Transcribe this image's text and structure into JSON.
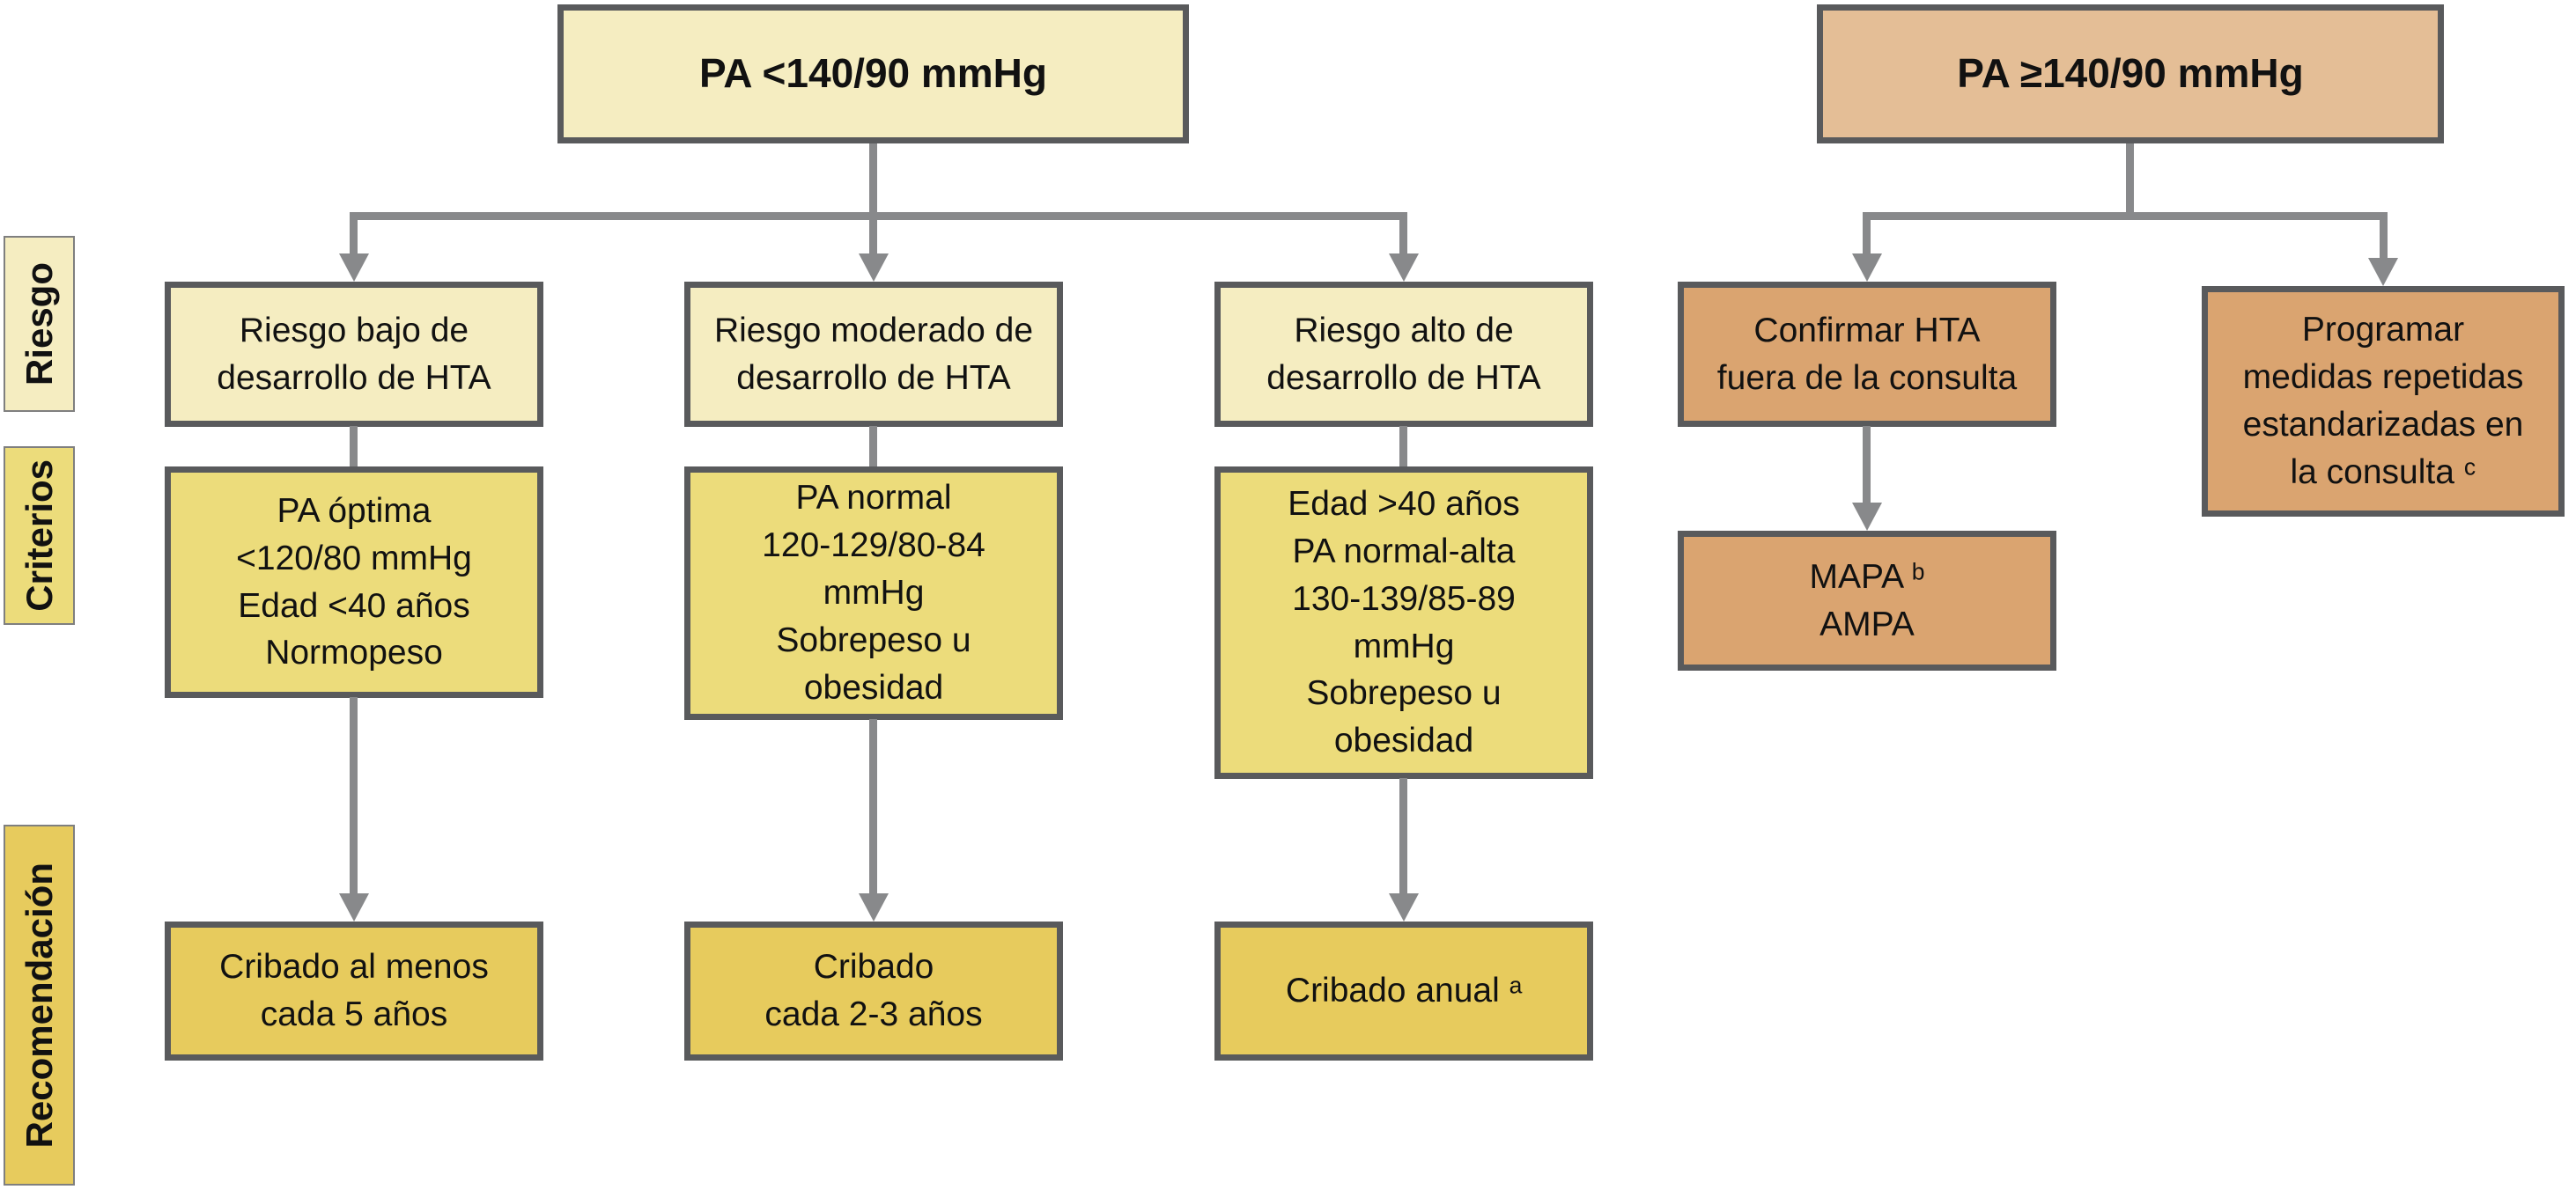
{
  "palette": {
    "cream": "#F5EDC1",
    "yellow": "#ECDC7B",
    "gold": "#E7CB5D",
    "tan": "#E4BE96",
    "orange": "#DAA470",
    "box-border": "#595A5C",
    "label-border": "#7F7F7F",
    "line": "#88898B",
    "text": "#111111",
    "background": "#FFFFFF"
  },
  "headers": {
    "bp_below": "PA <140/90 mmHg",
    "bp_above": "PA ≥140/90 mmHg"
  },
  "row_labels": {
    "risk": "Riesgo",
    "criteria": "Criterios",
    "recommendation": "Recomendación"
  },
  "low_bp_branch": {
    "columns": [
      {
        "risk": "Riesgo bajo de\ndesarrollo de HTA",
        "criteria": "PA óptima\n<120/80 mmHg\nEdad <40 años\nNormopeso",
        "recommendation": "Cribado al menos\ncada 5 años"
      },
      {
        "risk": "Riesgo moderado de\ndesarrollo de HTA",
        "criteria": "PA normal\n120-129/80-84\nmmHg\nSobrepeso u\nobesidad",
        "recommendation": "Cribado\ncada 2-3 años"
      },
      {
        "risk": "Riesgo alto de\ndesarrollo de HTA",
        "criteria": "Edad >40 años\nPA normal-alta\n130-139/85-89\nmmHg\nSobrepeso u\nobesidad",
        "recommendation": "Cribado anual ᵃ"
      }
    ]
  },
  "high_bp_branch": {
    "confirm": "Confirmar HTA\nfuera de la consulta",
    "out_of_office_methods": "MAPA ᵇ\nAMPA",
    "in_office_plan": "Programar\nmedidas repetidas\nestandarizadas en\nla consulta ᶜ"
  }
}
